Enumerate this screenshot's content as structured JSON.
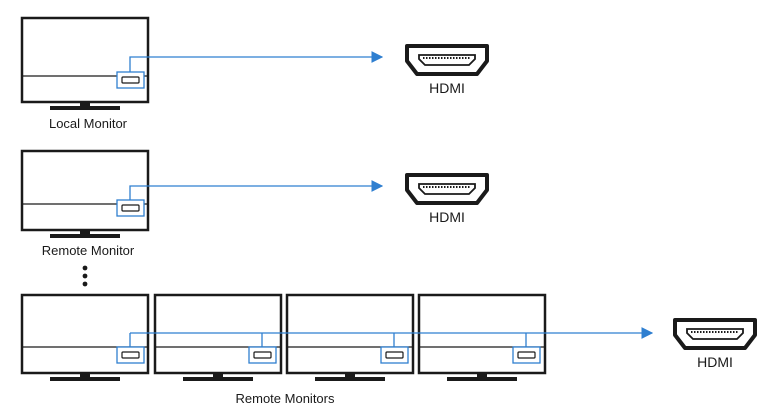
{
  "labels": {
    "local_monitor": "Local Monitor",
    "remote_monitor": "Remote Monitor",
    "remote_monitors": "Remote Monitors",
    "hdmi_1": "HDMI",
    "hdmi_2": "HDMI",
    "hdmi_3": "HDMI"
  },
  "colors": {
    "outline": "#1a1a1a",
    "connection": "#2f7fd0",
    "port_fill": "#ffffff"
  },
  "icons": {
    "monitor": "monitor-icon",
    "hdmi_port": "hdmi-port-icon",
    "hdmi_connector": "hdmi-connector-icon",
    "ellipsis": "vertical-ellipsis-icon"
  }
}
